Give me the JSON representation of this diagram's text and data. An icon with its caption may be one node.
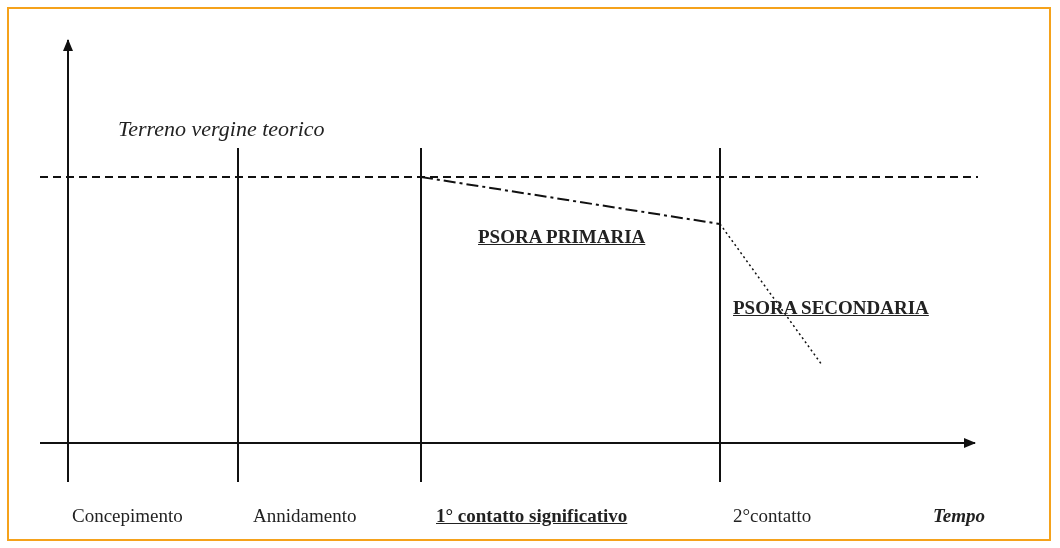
{
  "diagram": {
    "labels": [
      "Terreno vergine teorico",
      "PSORA PRIMARIA",
      "PSORA SECONDARIA",
      "Concepimento",
      "Annidamento",
      "1° contatto significativo",
      "2°contatto",
      "Tempo"
    ]
  }
}
